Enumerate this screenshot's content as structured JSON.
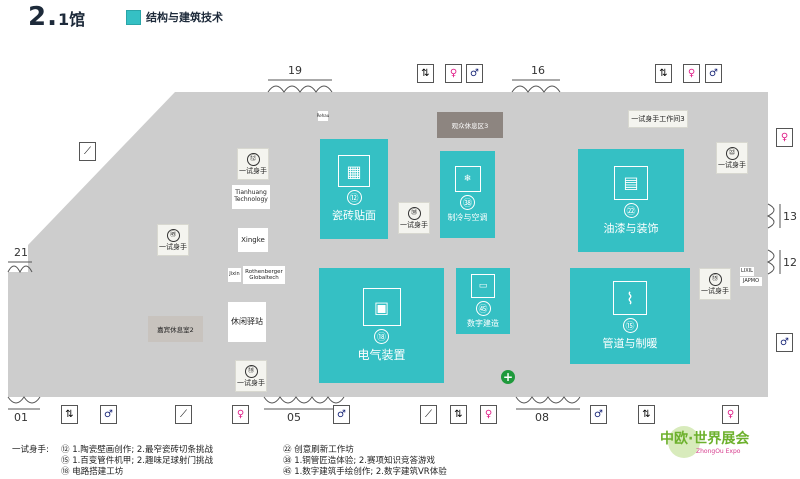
{
  "header": {
    "hall_big": "2.",
    "hall_small": "1馆",
    "legend_label": "结构与建筑技术"
  },
  "colors": {
    "floor": "#cdcdcd",
    "booth": "#35c0c4",
    "rest_area": "#c8c3be",
    "tag_bg": "#f4f4ef"
  },
  "doors": {
    "d19": "19",
    "d16": "16",
    "d21": "21",
    "d13": "13",
    "d12": "12",
    "d01": "01",
    "d05": "05",
    "d08": "08"
  },
  "booths": {
    "tile": {
      "num": "⑫",
      "name": "瓷砖贴面"
    },
    "hvac": {
      "num": "㊳",
      "name": "制冷与空调"
    },
    "paint": {
      "num": "㉒",
      "name": "油漆与装饰"
    },
    "digital": {
      "num": "㊺",
      "name": "数字建造"
    },
    "electric": {
      "num": "⑱",
      "name": "电气装置"
    },
    "plumbing": {
      "num": "⑮",
      "name": "管道与制暖"
    }
  },
  "tags": {
    "t12": {
      "num": "⑫",
      "label": "一试身手"
    },
    "t58": {
      "num": "㊺",
      "label": "一试身手"
    },
    "t38": {
      "num": "㊳",
      "label": "一试身手"
    },
    "t22": {
      "num": "㉒",
      "label": "一试身手"
    },
    "t15": {
      "num": "⑮",
      "label": "一试身手"
    },
    "t18": {
      "num": "⑱",
      "label": "一试身手"
    },
    "workshop3": "一试身手工作间3"
  },
  "exhibitors": {
    "tianhuang": "Tianhuang Technology",
    "xingke": "Xingke",
    "jixin": "Jixin",
    "rothenberger": "Rothenberger Globaltech",
    "rest_station": "休闲驿站",
    "lixil": "LIXIL",
    "japmo": "JAPMO",
    "rehau": "Rehau"
  },
  "rest_areas": {
    "visitor3": "观众休息区3",
    "guest2": "嘉宾休息室2"
  },
  "footer": {
    "prefix": "一试身手:",
    "lines_left": [
      "⑫ 1.陶瓷壁画创作; 2.最窄瓷砖切条挑战",
      "⑮ 1.百变管件机甲; 2.趣味足球射门挑战",
      "⑱ 电路搭建工坊"
    ],
    "lines_right": [
      "㉒ 创意刷新工作坊",
      "㊳ 1.铜管匠造体验; 2.赛项知识竞答游戏",
      "㊺ 1.数字建筑手绘创作; 2.数字建筑VR体验"
    ]
  },
  "logo": {
    "text": "中欧·世界展会",
    "sub": "ZhongOu Expo"
  },
  "icons": {
    "escalator": "escalator-icon",
    "elevator": "elevator-icon",
    "toilet_female": "female-toilet-icon",
    "toilet_male": "male-toilet-icon",
    "first_aid": "first-aid-icon"
  }
}
